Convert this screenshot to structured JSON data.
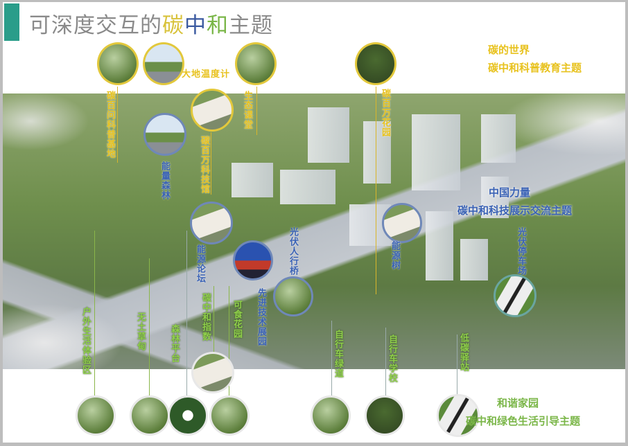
{
  "title": {
    "part1": "可深度交互的",
    "c1": "碳",
    "c2": "中",
    "c3": "和",
    "part2": "主题"
  },
  "themes": {
    "carbon_world": {
      "name": "碳的世界",
      "subtitle": "碳中和科普教育主题",
      "color": "#e8c21e"
    },
    "china_power": {
      "name": "中国力量",
      "subtitle": "碳中和科技展示交流主题",
      "color": "#3a62b5"
    },
    "harmony_home": {
      "name": "和谐家园",
      "subtitle": "碳中和绿色生活引导主题",
      "color": "#7ab648"
    }
  },
  "labels": {
    "base": "碳百问科普基地",
    "thermo": "大地温度计",
    "eco_class": "生态课堂",
    "tech_museum": "碳百万科技馆",
    "energy_forest": "能量森林",
    "garden": "碳百万花园",
    "forum": "能源论坛",
    "pv_bridge": "光伏人行桥",
    "tech_park": "先进技术展园",
    "energy_tree": "能源树",
    "pv_parking": "光伏停车场",
    "index": "碳中和指数",
    "edible": "可食花园",
    "outdoor": "户外生活体验区",
    "meadow": "无土草甸",
    "platform": "森林平台",
    "bike_lane": "自行车绿道",
    "bike_school": "自行车学校",
    "station": "低碳驿站"
  }
}
